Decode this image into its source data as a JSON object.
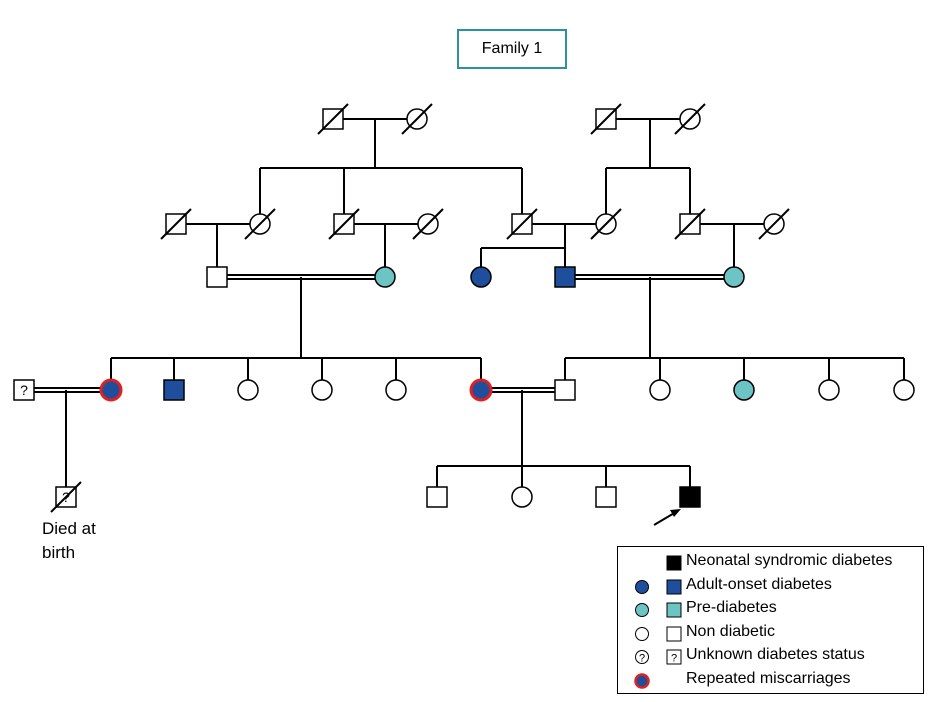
{
  "title": "Family 1",
  "note": [
    "Died at",
    "birth"
  ],
  "unknown_mark": "?",
  "colors": {
    "adult_onset": "#1f4e9c",
    "prediabetes": "#6cc4c4",
    "neonatal": "#000000",
    "miscarriage_ring": "#e02020",
    "title_border": "#2a93a3"
  },
  "legend": [
    {
      "label": "Neonatal syndromic diabetes",
      "circle": "none",
      "square": "neonatal"
    },
    {
      "label": "Adult-onset diabetes",
      "circle": "adult_onset",
      "square": "adult_onset"
    },
    {
      "label": "Pre-diabetes",
      "circle": "prediabetes",
      "square": "prediabetes"
    },
    {
      "label": "Non diabetic",
      "circle": "unaffected",
      "square": "unaffected"
    },
    {
      "label": "Unknown diabetes status",
      "circle": "unknown",
      "square": "unknown"
    },
    {
      "label": "Repeated miscarriages",
      "circle": "miscarriage",
      "square": "none"
    }
  ],
  "individuals": [
    {
      "id": "g1a",
      "sex": "male",
      "status": "unaffected",
      "deceased": true
    },
    {
      "id": "g1b",
      "sex": "female",
      "status": "unaffected",
      "deceased": true
    },
    {
      "id": "g1c",
      "sex": "male",
      "status": "unaffected",
      "deceased": true
    },
    {
      "id": "g1d",
      "sex": "female",
      "status": "unaffected",
      "deceased": true
    },
    {
      "id": "g2a",
      "sex": "male",
      "status": "unaffected",
      "deceased": true
    },
    {
      "id": "g2b",
      "sex": "female",
      "status": "unaffected",
      "deceased": true
    },
    {
      "id": "g2c",
      "sex": "male",
      "status": "unaffected",
      "deceased": true
    },
    {
      "id": "g2d",
      "sex": "female",
      "status": "unaffected",
      "deceased": true
    },
    {
      "id": "g2e",
      "sex": "male",
      "status": "unaffected",
      "deceased": true
    },
    {
      "id": "g2f",
      "sex": "female",
      "status": "unaffected",
      "deceased": true
    },
    {
      "id": "g2g",
      "sex": "male",
      "status": "unaffected",
      "deceased": true
    },
    {
      "id": "g2h",
      "sex": "female",
      "status": "unaffected",
      "deceased": true
    },
    {
      "id": "g3a",
      "sex": "male",
      "status": "unaffected",
      "deceased": false
    },
    {
      "id": "g3b",
      "sex": "female",
      "status": "prediabetes",
      "deceased": false
    },
    {
      "id": "g3c",
      "sex": "female",
      "status": "adult_onset",
      "deceased": false
    },
    {
      "id": "g3d",
      "sex": "male",
      "status": "adult_onset",
      "deceased": false
    },
    {
      "id": "g3e",
      "sex": "female",
      "status": "prediabetes",
      "deceased": false
    },
    {
      "id": "g4a",
      "sex": "male",
      "status": "unknown",
      "deceased": false
    },
    {
      "id": "g4b",
      "sex": "female",
      "status": "adult_onset",
      "miscarriage": true,
      "deceased": false
    },
    {
      "id": "g4c",
      "sex": "male",
      "status": "adult_onset",
      "deceased": false
    },
    {
      "id": "g4d",
      "sex": "female",
      "status": "unaffected",
      "deceased": false
    },
    {
      "id": "g4e",
      "sex": "female",
      "status": "unaffected",
      "deceased": false
    },
    {
      "id": "g4f",
      "sex": "female",
      "status": "unaffected",
      "deceased": false
    },
    {
      "id": "g4g",
      "sex": "female",
      "status": "adult_onset",
      "miscarriage": true,
      "deceased": false
    },
    {
      "id": "g4h",
      "sex": "male",
      "status": "unaffected",
      "deceased": false
    },
    {
      "id": "g4i",
      "sex": "female",
      "status": "unaffected",
      "deceased": false
    },
    {
      "id": "g4j",
      "sex": "female",
      "status": "prediabetes",
      "deceased": false
    },
    {
      "id": "g4k",
      "sex": "female",
      "status": "unaffected",
      "deceased": false
    },
    {
      "id": "g4l",
      "sex": "female",
      "status": "unaffected",
      "deceased": false
    },
    {
      "id": "g5a",
      "sex": "male",
      "status": "unknown",
      "deceased": true
    },
    {
      "id": "g5b",
      "sex": "male",
      "status": "unaffected",
      "deceased": false
    },
    {
      "id": "g5c",
      "sex": "female",
      "status": "unaffected",
      "deceased": false
    },
    {
      "id": "g5d",
      "sex": "male",
      "status": "unaffected",
      "deceased": false
    },
    {
      "id": "g5e",
      "sex": "male",
      "status": "neonatal",
      "proband": true,
      "deceased": false
    }
  ]
}
